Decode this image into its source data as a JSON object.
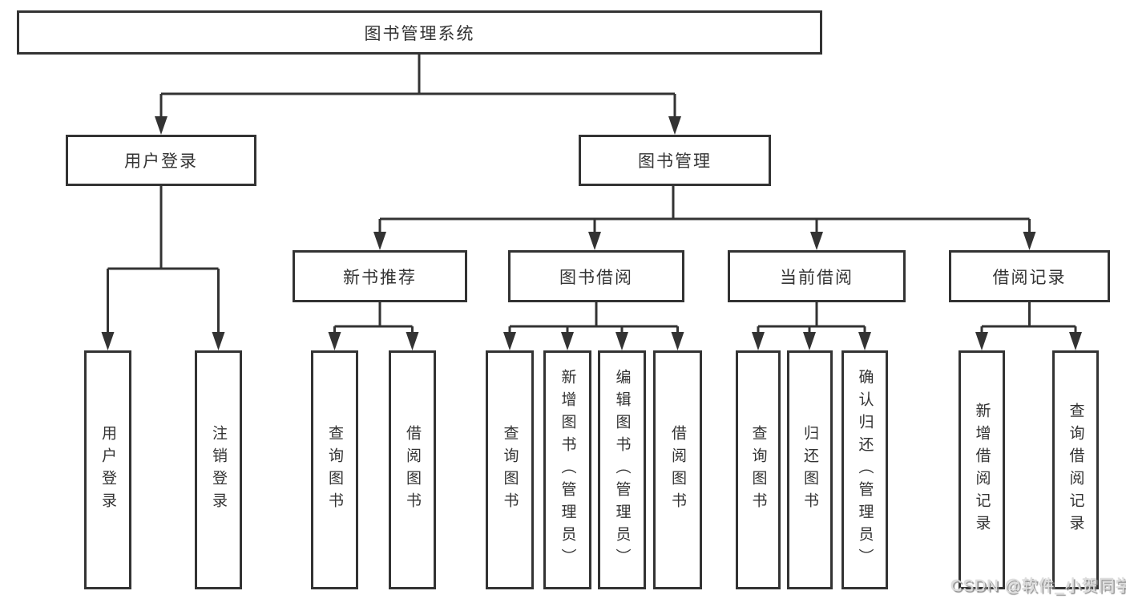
{
  "diagram": {
    "title": "图书管理系统",
    "branches": [
      {
        "label": "用户登录",
        "children": [
          {
            "label": "用户登录"
          },
          {
            "label": "注销登录"
          }
        ]
      },
      {
        "label": "图书管理",
        "children": [
          {
            "label": "新书推荐",
            "children": [
              {
                "label": "查询图书"
              },
              {
                "label": "借阅图书"
              }
            ]
          },
          {
            "label": "图书借阅",
            "children": [
              {
                "label": "查询图书"
              },
              {
                "label": "新增图书（管理员）"
              },
              {
                "label": "编辑图书（管理员）"
              },
              {
                "label": "借阅图书"
              }
            ]
          },
          {
            "label": "当前借阅",
            "children": [
              {
                "label": "查询图书"
              },
              {
                "label": "归还图书"
              },
              {
                "label": "确认归还（管理员）"
              }
            ]
          },
          {
            "label": "借阅记录",
            "children": [
              {
                "label": "新增借阅记录"
              },
              {
                "label": "查询借阅记录"
              }
            ]
          }
        ]
      }
    ]
  },
  "watermark": {
    "text": "CSDN @软件_小贺同学"
  },
  "colors": {
    "background": "#ffffff",
    "line": "#333333",
    "box_border": "#333333",
    "text": "#333333",
    "watermark_text": "#dedede"
  }
}
